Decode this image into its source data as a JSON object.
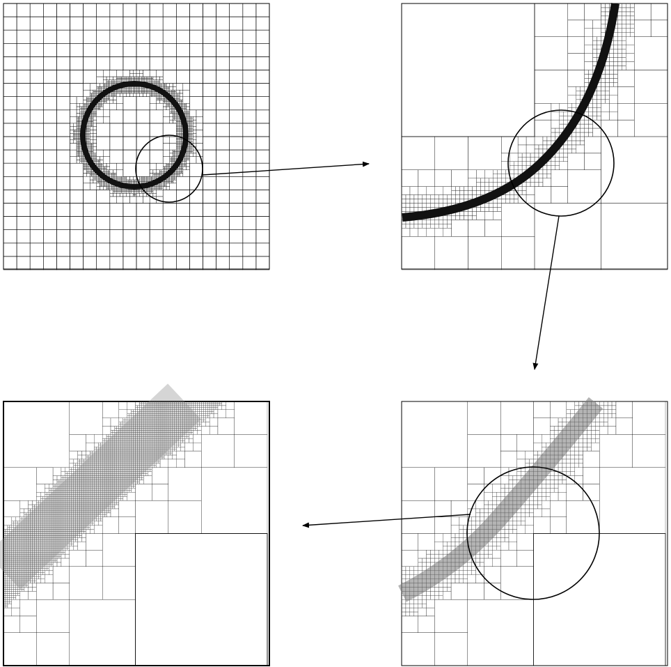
{
  "figure": {
    "background": "#ffffff",
    "line_color": "#000000",
    "fine_mesh_color": "#333333",
    "panels": [
      {
        "name": "panel-overview",
        "zoom_level": 1,
        "feature": "full-circle-band"
      },
      {
        "name": "panel-zoom-1",
        "zoom_level": 2,
        "feature": "arc-band"
      },
      {
        "name": "panel-zoom-2",
        "zoom_level": 3,
        "feature": "arc-band"
      },
      {
        "name": "panel-zoom-3",
        "zoom_level": 4,
        "feature": "straight-band"
      }
    ],
    "arrows": [
      {
        "name": "arrow-zoom-1",
        "from": "panel-overview",
        "to": "panel-zoom-1"
      },
      {
        "name": "arrow-zoom-2",
        "from": "panel-zoom-1",
        "to": "panel-zoom-2"
      },
      {
        "name": "arrow-zoom-3",
        "from": "panel-zoom-2",
        "to": "panel-zoom-3"
      }
    ]
  }
}
